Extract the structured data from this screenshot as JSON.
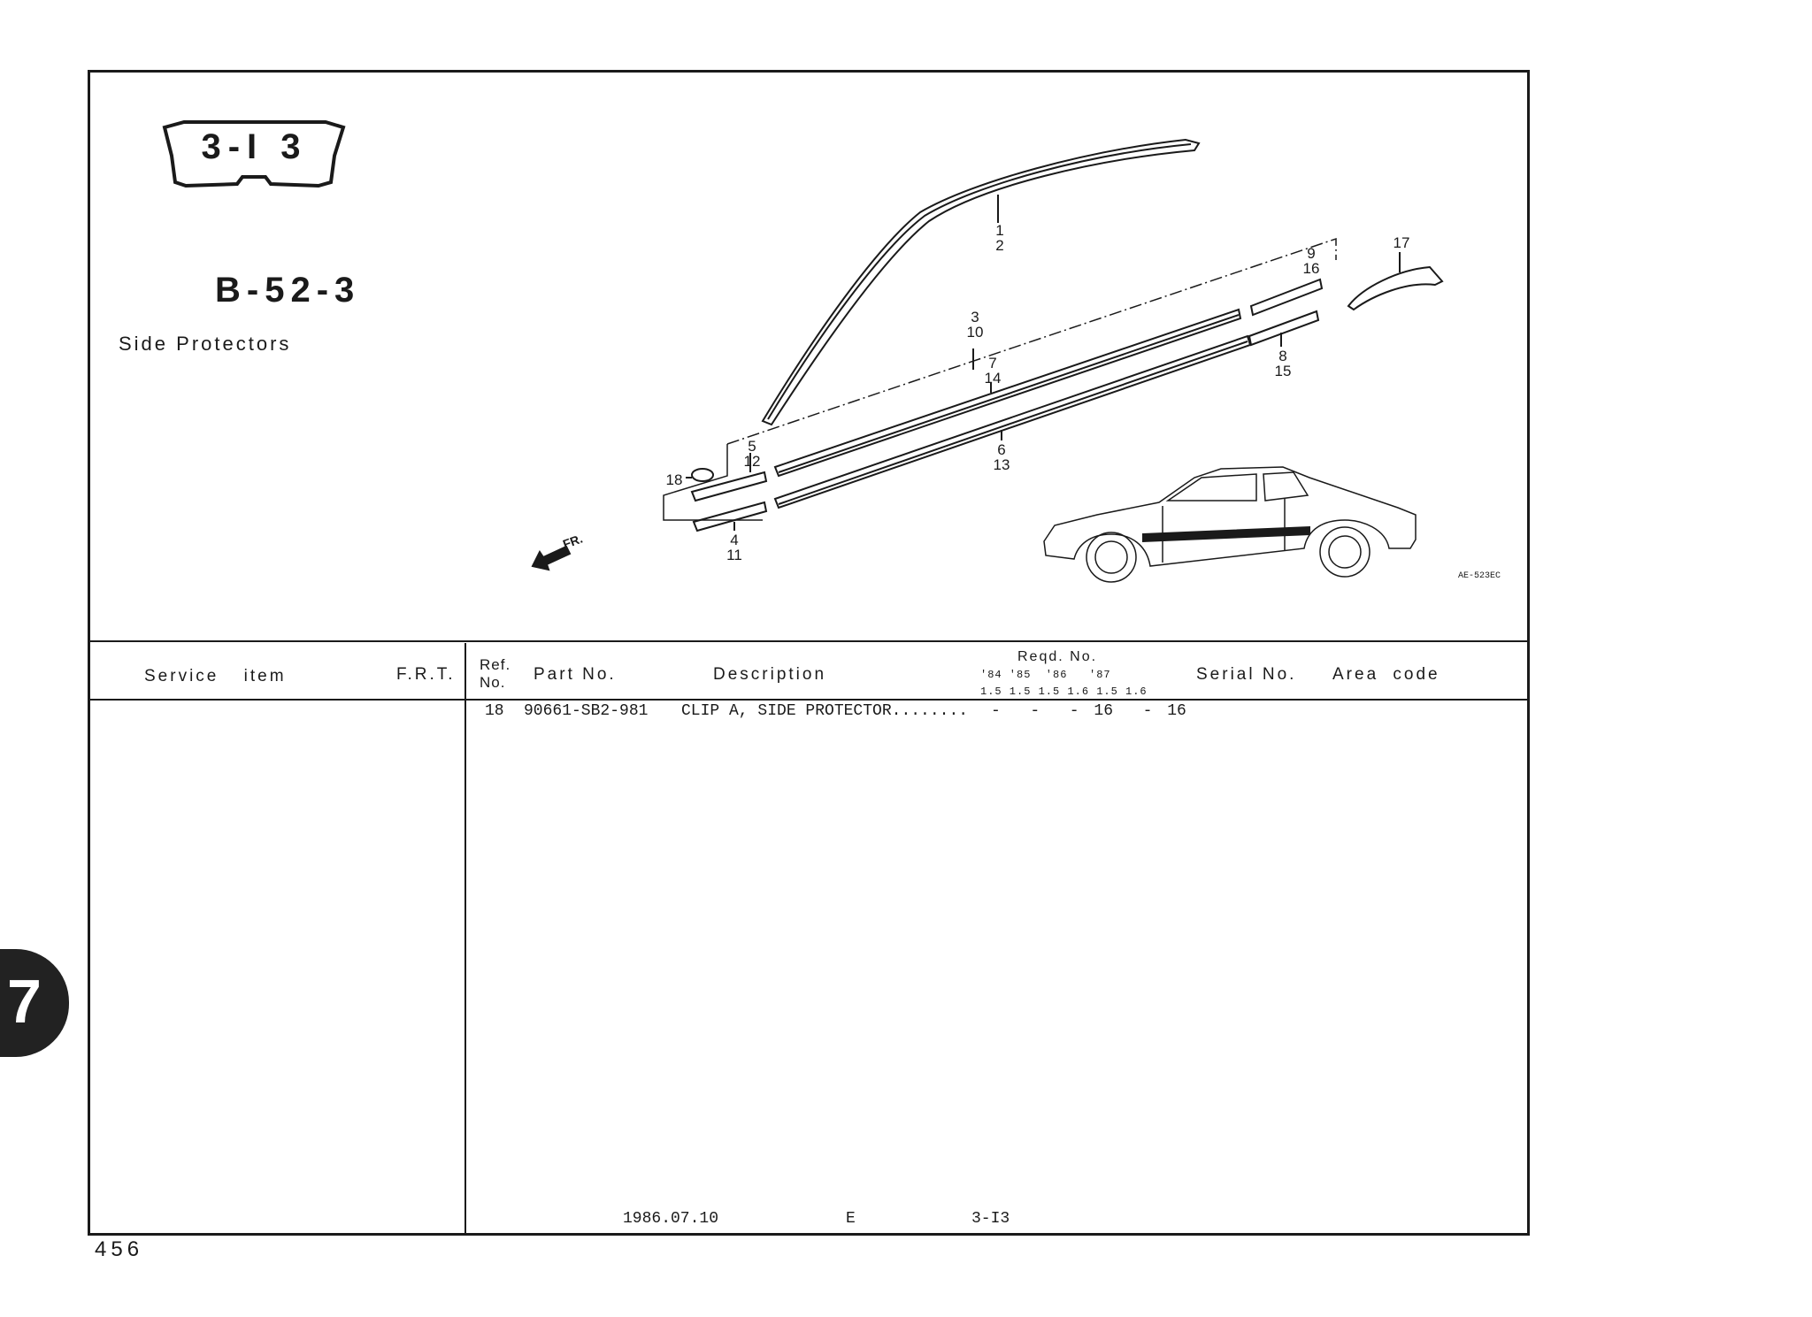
{
  "header": {
    "badge": "3-I 3",
    "figure_no": "B-52-3",
    "figure_title": "Side Protectors",
    "illustration_code": "AE-523EC",
    "direction_label": "FR."
  },
  "callouts": {
    "c1_2": "1\n2",
    "c3_10": "3\n10",
    "c7_14": "7\n14",
    "c9_16": "9\n16",
    "c17": "17",
    "c8_15": "8\n15",
    "c5_12": "5\n12",
    "c18": "18",
    "c6_13": "6\n13",
    "c4_11": "4\n11"
  },
  "table": {
    "headers": {
      "service_item": "Service   item",
      "frt": "F.R.T.",
      "ref_no": "Ref.\nNo.",
      "part_no": "Part No.",
      "description": "Description",
      "reqd_no": "Reqd. No.",
      "years": "'84 '85  '86   '87",
      "engines": "1.5 1.5 1.5 1.6 1.5 1.6",
      "serial_no": "Serial No.",
      "area_code": "Area code"
    },
    "rows": [
      {
        "ref": "18",
        "part_no": "90661-SB2-981",
        "description": "CLIP A, SIDE PROTECTOR........",
        "qty": "-  -  - 16  - 16"
      }
    ]
  },
  "footer": {
    "date": "1986.07.10",
    "edition": "E",
    "code": "3-I3",
    "page_number": "456",
    "section_tab": "7"
  }
}
